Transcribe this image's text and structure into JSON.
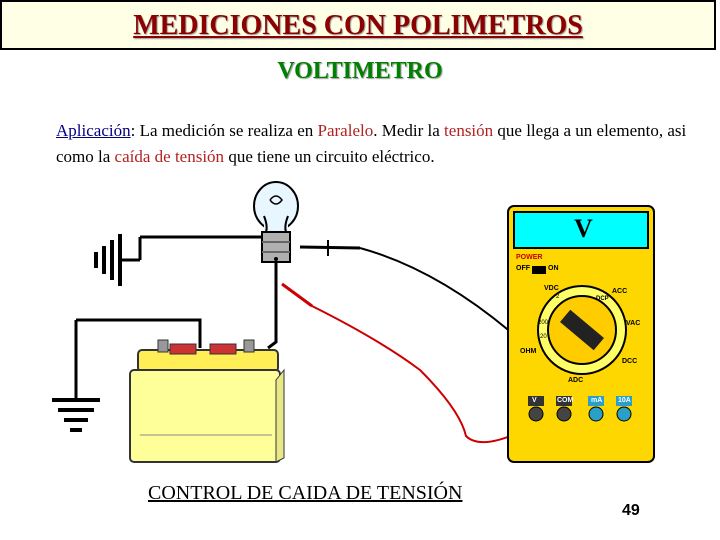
{
  "header": {
    "title": "MEDICIONES CON POLIMETROS",
    "subtitle": "VOLTIMETRO"
  },
  "description": {
    "term": "Aplicación",
    "sep1": ": La medición se realiza en ",
    "mode": "Paralelo",
    "sep2": ". Medir la ",
    "measure": "tensión",
    "sep3": " que llega a un elemento, asi como la ",
    "drop": "caída de tensión",
    "sep4": " que tiene un circuito eléctrico."
  },
  "multimeter": {
    "display": "V",
    "power_label": "POWER",
    "off_label": "OFF",
    "on_label": "ON",
    "vdc_label": "VDC",
    "acc_label": "ACC",
    "vac_label": "VAC",
    "ohm_label": "OHM",
    "dcc_label": "DCC",
    "adc_label": "ADC",
    "dcp_label": "DCP",
    "mark_label": "200",
    "mark2_label": "2",
    "mark3_label": "20",
    "jacks": [
      "V",
      "COM",
      "mA",
      "10A"
    ]
  },
  "caption": "CONTROL DE CAIDA DE TENSIÓN",
  "page_number": "49",
  "colors": {
    "title": "#8b0000",
    "subtitle": "#008000",
    "meter_body": "#ffd700",
    "display": "#00ffff",
    "battery": "#ffff99",
    "wire_red": "#cc0000"
  }
}
